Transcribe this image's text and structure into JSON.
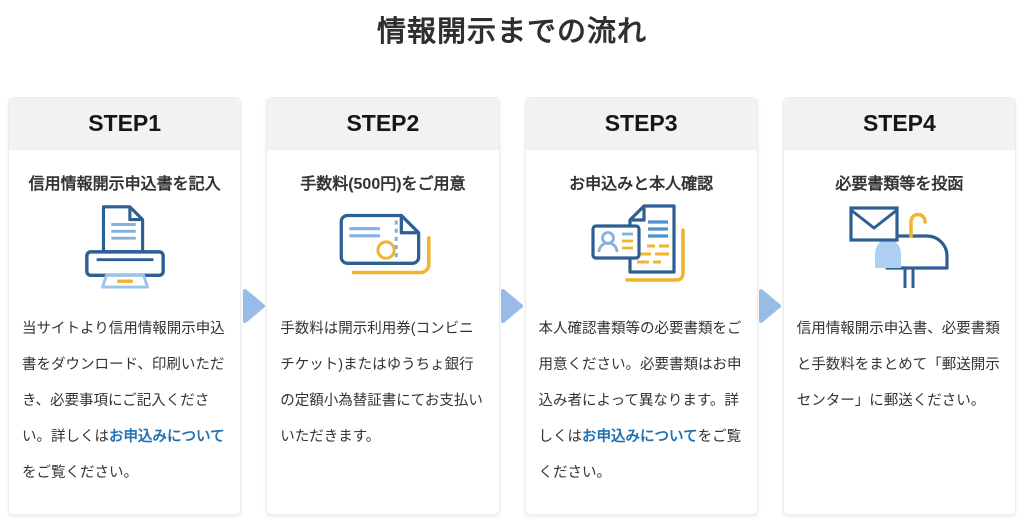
{
  "page": {
    "title": "情報開示までの流れ"
  },
  "colors": {
    "accent_dark_blue": "#2d5f94",
    "accent_light_blue": "#82b1e0",
    "accent_yellow": "#f1b42f",
    "link_blue": "#2271b3",
    "arrow_blue": "#97bde7",
    "header_gray": "#f2f2f2"
  },
  "steps": [
    {
      "label": "STEP1",
      "subtitle": "信用情報開示申込書を記入",
      "icon": "printer-icon",
      "body": [
        {
          "text": "当サイトより信用情報開示申込書をダウンロード、印刷いただき、必要事項にご記入ください。詳しくは",
          "link": false
        },
        {
          "text": "お申込みについて",
          "link": true
        },
        {
          "text": "をご覧ください。",
          "link": false
        }
      ]
    },
    {
      "label": "STEP2",
      "subtitle": "手数料(500円)をご用意",
      "icon": "fee-ticket-icon",
      "body": [
        {
          "text": "手数料は開示利用券(コンビニチケット)またはゆうちょ銀行の定額小為替証書にてお支払いいただきます。",
          "link": false
        }
      ]
    },
    {
      "label": "STEP3",
      "subtitle": "お申込みと本人確認",
      "icon": "id-verification-icon",
      "body": [
        {
          "text": "本人確認書類等の必要書類をご用意ください。必要書類はお申込み者によって異なります。詳しくは",
          "link": false
        },
        {
          "text": "お申込みについて",
          "link": true
        },
        {
          "text": "をご覧ください。",
          "link": false
        }
      ]
    },
    {
      "label": "STEP4",
      "subtitle": "必要書類等を投函",
      "icon": "mailbox-icon",
      "body": [
        {
          "text": "信用情報開示申込書、必要書類と手数料をまとめて「郵送開示センター」に郵送ください。",
          "link": false
        }
      ]
    }
  ]
}
